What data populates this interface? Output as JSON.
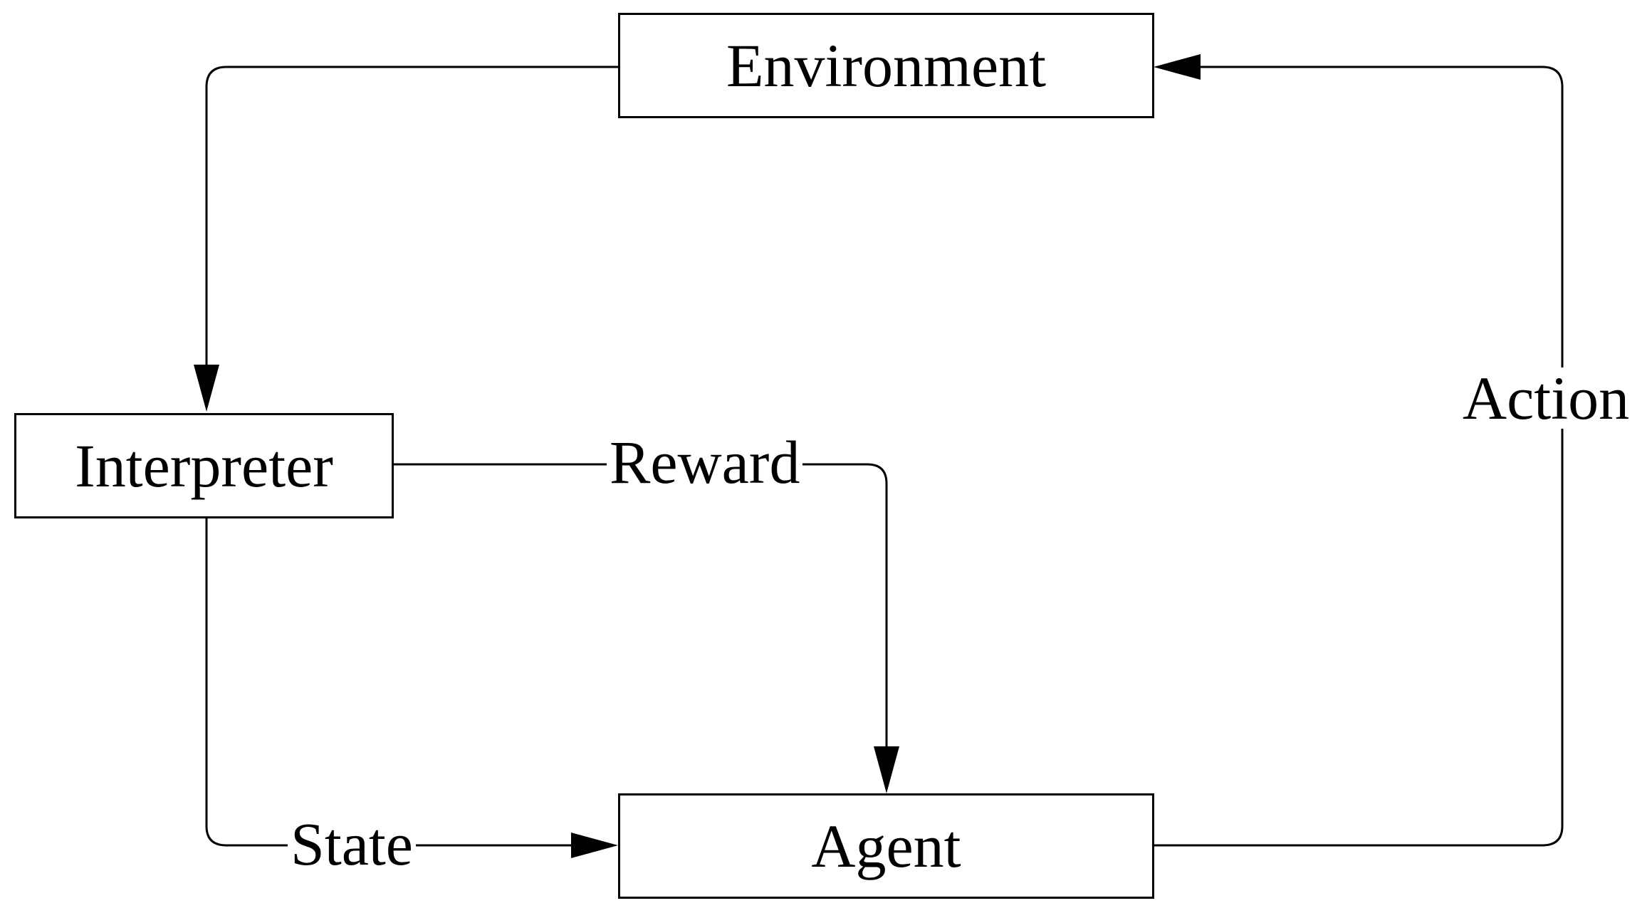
{
  "diagram": {
    "nodes": {
      "environment": {
        "label": "Environment"
      },
      "interpreter": {
        "label": "Interpreter"
      },
      "agent": {
        "label": "Agent"
      }
    },
    "edges": {
      "environment_to_interpreter": {
        "label": ""
      },
      "interpreter_reward_to_agent": {
        "label": "Reward"
      },
      "interpreter_state_to_agent": {
        "label": "State"
      },
      "agent_action_to_environment": {
        "label": "Action"
      }
    },
    "colors": {
      "stroke": "#000000",
      "background": "#ffffff"
    }
  }
}
